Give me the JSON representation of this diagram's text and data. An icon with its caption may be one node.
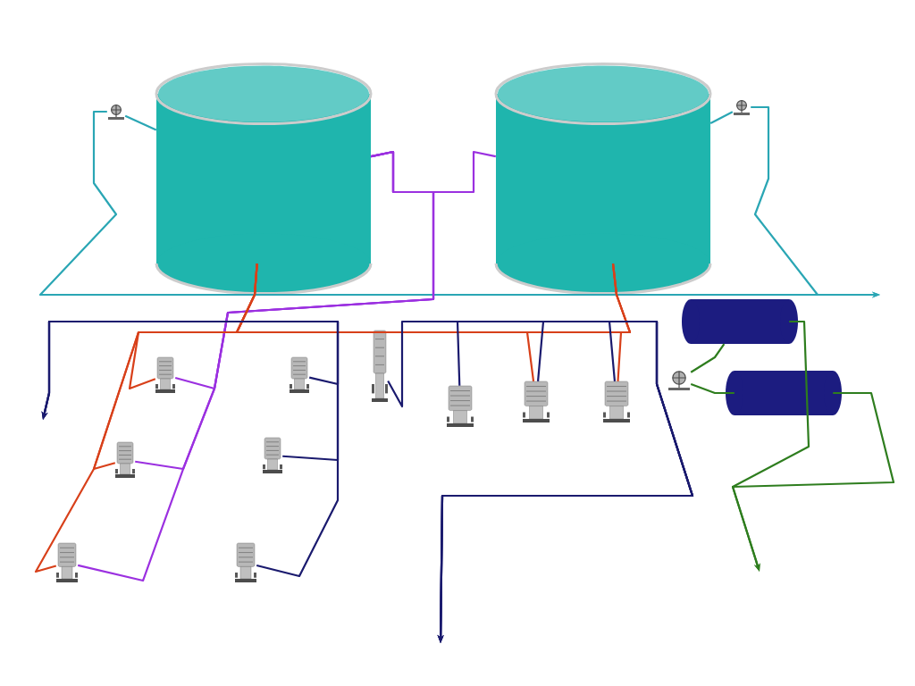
{
  "diagram": {
    "nodes": [
      {
        "text": [],
        "shape": "cylinder"
      },
      {
        "text": [],
        "shape": "cylinder"
      },
      {
        "text": [],
        "shape": "picture"
      },
      {
        "text": [],
        "shape": "picture"
      },
      {
        "text": [],
        "shape": "cylinder"
      },
      {
        "text": [],
        "shape": "cylinder"
      },
      {
        "text": [],
        "shape": "picture"
      },
      {
        "text": [],
        "shape": "picture"
      },
      {
        "text": [],
        "shape": "picture"
      },
      {
        "text": [],
        "shape": "picture"
      },
      {
        "text": [],
        "shape": "picture"
      },
      {
        "text": [],
        "shape": "picture"
      },
      {
        "text": [],
        "shape": "picture"
      },
      {
        "text": [],
        "shape": "picture"
      },
      {
        "text": [],
        "shape": "picture"
      },
      {
        "text": [],
        "shape": "picture"
      },
      {
        "text": [],
        "shape": "picture"
      }
    ],
    "edges": [
      {
        "from": 2,
        "to": 0,
        "arrow": "none",
        "color": "#2aa6b4"
      },
      {
        "from": 3,
        "to": 1,
        "arrow": "none",
        "color": "#2aa6b4"
      },
      {
        "from": 2,
        "to": null,
        "arrow": "to",
        "color": "#2aa6b4"
      },
      {
        "from": 3,
        "to": null,
        "arrow": "to",
        "color": "#2aa6b4"
      },
      {
        "from": 0,
        "to": 1,
        "arrow": "none",
        "color": "#9b30e0"
      },
      {
        "from": 0,
        "to": 7,
        "arrow": "none",
        "color": "#9b30e0"
      },
      {
        "from": 0,
        "to": 8,
        "arrow": "none",
        "color": "#9b30e0"
      },
      {
        "from": 0,
        "to": 9,
        "arrow": "none",
        "color": "#9b30e0"
      },
      {
        "from": 0,
        "to": 1,
        "arrow": "none",
        "color": "#d8401a"
      },
      {
        "from": 0,
        "to": 7,
        "arrow": "none",
        "color": "#d8401a"
      },
      {
        "from": 0,
        "to": 8,
        "arrow": "none",
        "color": "#d8401a"
      },
      {
        "from": 0,
        "to": 9,
        "arrow": "none",
        "color": "#d8401a"
      },
      {
        "from": 1,
        "to": 15,
        "arrow": "none",
        "color": "#d8401a"
      },
      {
        "from": 1,
        "to": 16,
        "arrow": "none",
        "color": "#d8401a"
      },
      {
        "from": 10,
        "to": null,
        "arrow": "to"
      },
      {
        "from": 11,
        "to": null,
        "arrow": "to"
      },
      {
        "from": 12,
        "to": null,
        "arrow": "to"
      },
      {
        "from": 13,
        "to": null,
        "arrow": "to"
      },
      {
        "from": 14,
        "to": null,
        "arrow": "to"
      },
      {
        "from": 15,
        "to": null,
        "arrow": "to"
      },
      {
        "from": 16,
        "to": null,
        "arrow": "to"
      },
      {
        "from": 6,
        "to": 4,
        "arrow": "none",
        "color": "#2e7d1e"
      },
      {
        "from": 6,
        "to": 5,
        "arrow": "none",
        "color": "#2e7d1e"
      },
      {
        "from": 4,
        "to": null,
        "arrow": "to",
        "color": "#2e7d1e"
      },
      {
        "from": 5,
        "to": null,
        "arrow": "to",
        "color": "#2e7d1e"
      }
    ]
  }
}
